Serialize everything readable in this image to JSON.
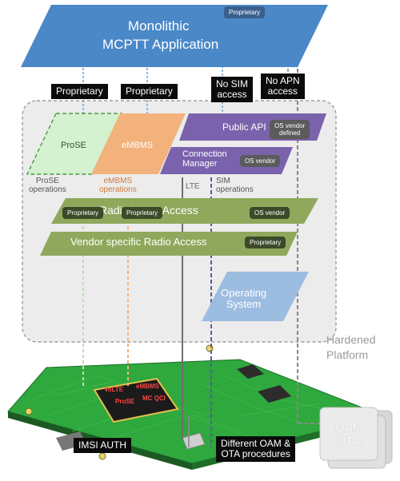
{
  "app": {
    "title_line1": "Monolithic",
    "title_line2": "MCPTT Application",
    "tag": "Proprietary"
  },
  "interfaces": {
    "prose_api": "Proprietary",
    "embms_api": "Proprietary",
    "no_sim_line1": "No SIM",
    "no_sim_line2": "access",
    "no_apn_line1": "No APN",
    "no_apn_line2": "access"
  },
  "blocks": {
    "prose": "ProSE",
    "embms": "eMBMS",
    "public_api": "Public API",
    "public_api_tag_line1": "OS vendor",
    "public_api_tag_line2": "defined",
    "connection_manager_line1": "Connection",
    "connection_manager_line2": "Manager",
    "connection_manager_tag": "OS vendor",
    "radio_layer_access": "Radio Layer  Access",
    "radio_layer_tag_1": "Proprietary",
    "radio_layer_tag_2": "Proprietary",
    "radio_layer_tag_3": "OS vendor",
    "vendor_radio_access": "Vendor specific Radio Access",
    "vendor_radio_tag": "Proprietary",
    "os_line1": "Operating",
    "os_line2": "System"
  },
  "operations": {
    "prose_ops_line1": "ProSE",
    "prose_ops_line2": "operations",
    "embms_ops_line1": "eMBMS",
    "embms_ops_line2": "operations",
    "lte": "LTE",
    "sim_ops_line1": "SIM",
    "sim_ops_line2": "operations"
  },
  "platform": {
    "label_line1": "Hardened",
    "label_line2": "Platform",
    "imsi_auth": "IMSI AUTH",
    "ota_line1": "Different OAM &",
    "ota_line2": "OTA procedures",
    "oam_line1": "OAM",
    "oam_line2": "(OTA)",
    "chip_top_left": "VoLTE",
    "chip_top_right": "eMBMS",
    "chip_bottom_left": "ProSE",
    "chip_bottom_right": "MC QCI"
  },
  "colors": {
    "app_blue": "#4a88c8",
    "prose_green": "#d4f2cf",
    "embms_orange": "#f3b27c",
    "purple": "#7a62ac",
    "olive": "#8fa85c",
    "os_blue": "#9dbde0",
    "board_green": "#2fa83e"
  }
}
